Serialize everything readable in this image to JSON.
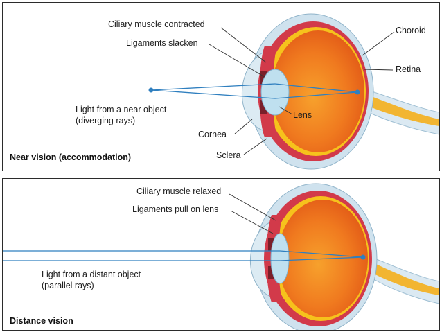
{
  "near": {
    "title": "Near vision (accommodation)",
    "labels": {
      "ciliary": "Ciliary muscle contracted",
      "ligaments": "Ligaments slacken",
      "choroid": "Choroid",
      "retina": "Retina",
      "light_line1": "Light from a near object",
      "light_line2": "(diverging rays)",
      "lens": "Lens",
      "cornea": "Cornea",
      "sclera": "Sclera"
    }
  },
  "distance": {
    "title": "Distance vision",
    "labels": {
      "ciliary": "Ciliary muscle relaxed",
      "ligaments": "Ligaments pull on lens",
      "light_line1": "Light from a distant object",
      "light_line2": "(parallel rays)"
    }
  },
  "colors": {
    "vitreous": "#f07a1f",
    "retina": "#f6c21c",
    "choroid": "#d23a4a",
    "sclera": "#cfe2ee",
    "lens": "#bfe0ef",
    "ray": "#2f7fbf",
    "optic_nerve": "#f2b531"
  }
}
